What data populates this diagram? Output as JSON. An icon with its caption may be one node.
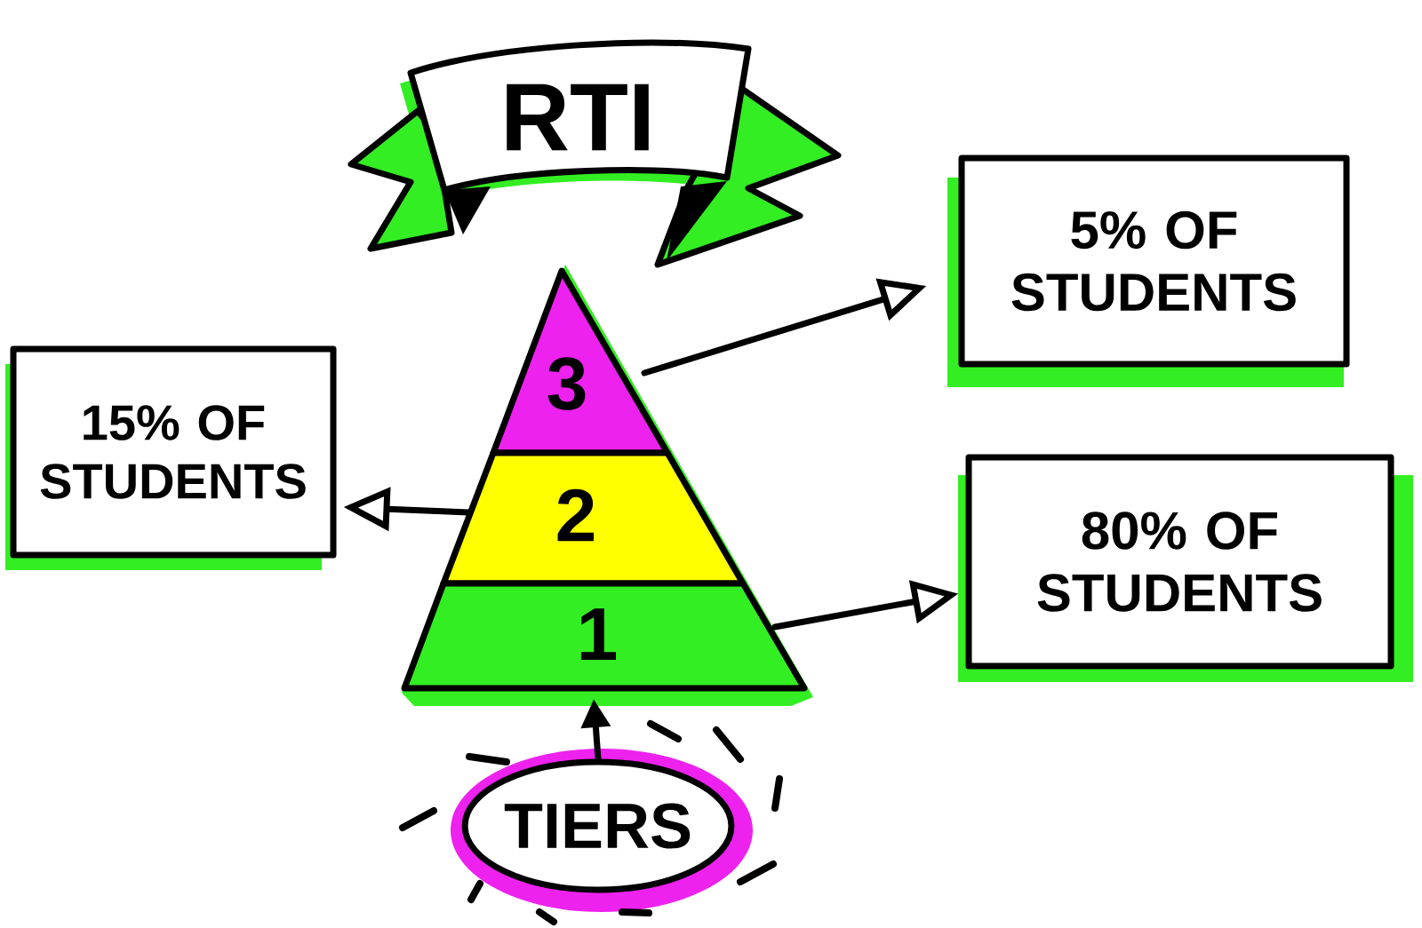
{
  "diagram": {
    "nodes": [
      {
        "text": [
          "RTI"
        ]
      },
      {
        "text": [
          "3"
        ]
      },
      {
        "text": [
          "2"
        ]
      },
      {
        "text": [
          "1"
        ]
      },
      {
        "text": [
          "5% OF STUDENTS"
        ]
      },
      {
        "text": [
          "15% OF STUDENTS"
        ]
      },
      {
        "text": [
          "80% OF STUDENTS"
        ]
      },
      {
        "text": [
          "TIERS"
        ]
      }
    ],
    "edges": [
      {
        "from": 1,
        "to": 4,
        "arrow": "to"
      },
      {
        "from": 2,
        "to": 5,
        "arrow": "to"
      },
      {
        "from": 3,
        "to": 6,
        "arrow": "to"
      },
      {
        "from": 7,
        "to": 3,
        "arrow": "to"
      }
    ]
  }
}
